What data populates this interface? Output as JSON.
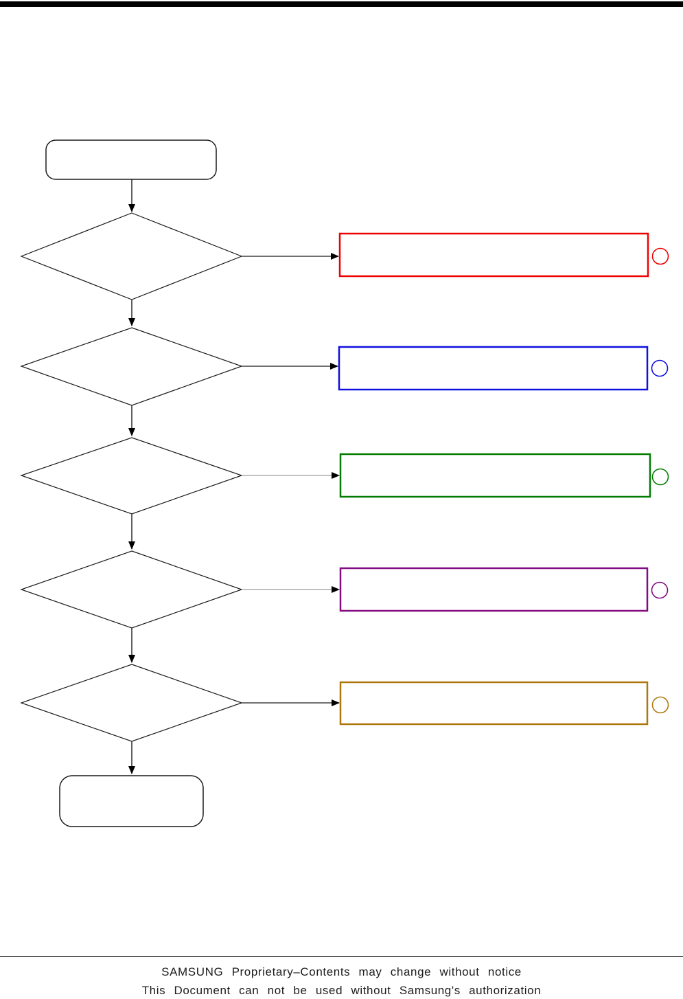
{
  "page": {
    "top_bar_color": "#000000",
    "background": "#ffffff"
  },
  "flowchart": {
    "stroke_color": "#1a1a1a",
    "connector_gray": "#9a9a9a",
    "results": [
      {
        "id": "result-1",
        "color": "#ee0000"
      },
      {
        "id": "result-2",
        "color": "#1010e0"
      },
      {
        "id": "result-3",
        "color": "#007c00"
      },
      {
        "id": "result-4",
        "color": "#820b82"
      },
      {
        "id": "result-5",
        "color": "#ad770e"
      }
    ]
  },
  "footer": {
    "line1": "SAMSUNG  Proprietary–Contents  may  change  without  notice",
    "line2": "This  Document  can  not  be  used  without  Samsung's  authorization"
  }
}
